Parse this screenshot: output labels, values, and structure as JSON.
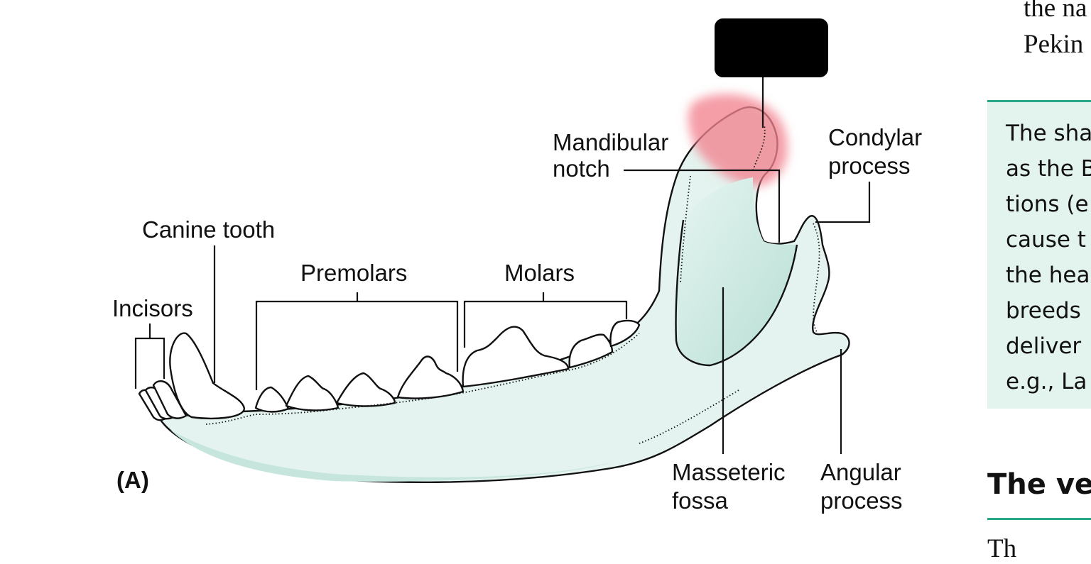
{
  "labels": {
    "mandibular_notch": [
      "Mandibular",
      "notch"
    ],
    "condylar_process": [
      "Condylar",
      "process"
    ],
    "canine_tooth": "Canine tooth",
    "premolars": "Premolars",
    "molars": "Molars",
    "incisors": "Incisors",
    "masseteric_fossa": [
      "Masseteric",
      "fossa"
    ],
    "angular_process": [
      "Angular",
      "process"
    ],
    "panel": "(A)"
  },
  "top_text": [
    "the na",
    "Pekin"
  ],
  "note_box": {
    "lines": [
      "The sha",
      "as the B",
      "tions (e",
      "cause t",
      "the hea",
      "breeds",
      "deliver",
      "e.g., La"
    ]
  },
  "section_heading": "The ve",
  "bottom_text": "Th",
  "colors": {
    "bone_fill": "#e4f3ef",
    "fossa_shade": "#bfe3da",
    "highlight": "#f2838f",
    "redaction_box": "#000000",
    "accent": "#2aa88a",
    "note_bg": "#e3f3ee"
  }
}
